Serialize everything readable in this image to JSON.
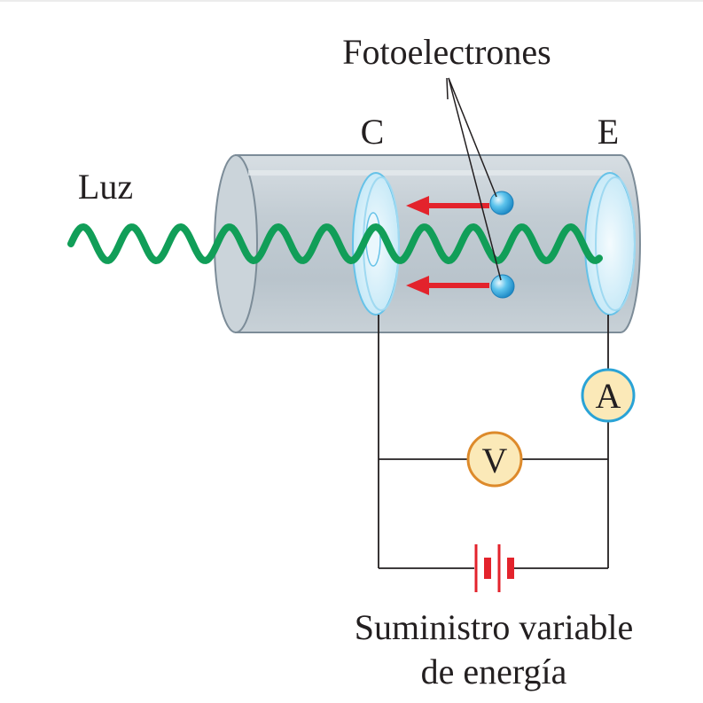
{
  "labels": {
    "photoelectrons": "Fotoelectrones",
    "cathode": "C",
    "emitter": "E",
    "light": "Luz",
    "ammeter": "A",
    "voltmeter": "V",
    "supply_line1": "Suministro variable",
    "supply_line2": "de energía"
  },
  "colors": {
    "wave": "#119e58",
    "arrow": "#e3232c",
    "electron": "#3fb3e6",
    "tube": "#c7d1d8",
    "plate": "#dcf2fb",
    "ammeter_ring": "#2aa3d6",
    "voltmeter_ring": "#dd8a2b",
    "meter_fill": "#fbe9b8",
    "battery": "#e3232c",
    "wire": "#231f20"
  }
}
